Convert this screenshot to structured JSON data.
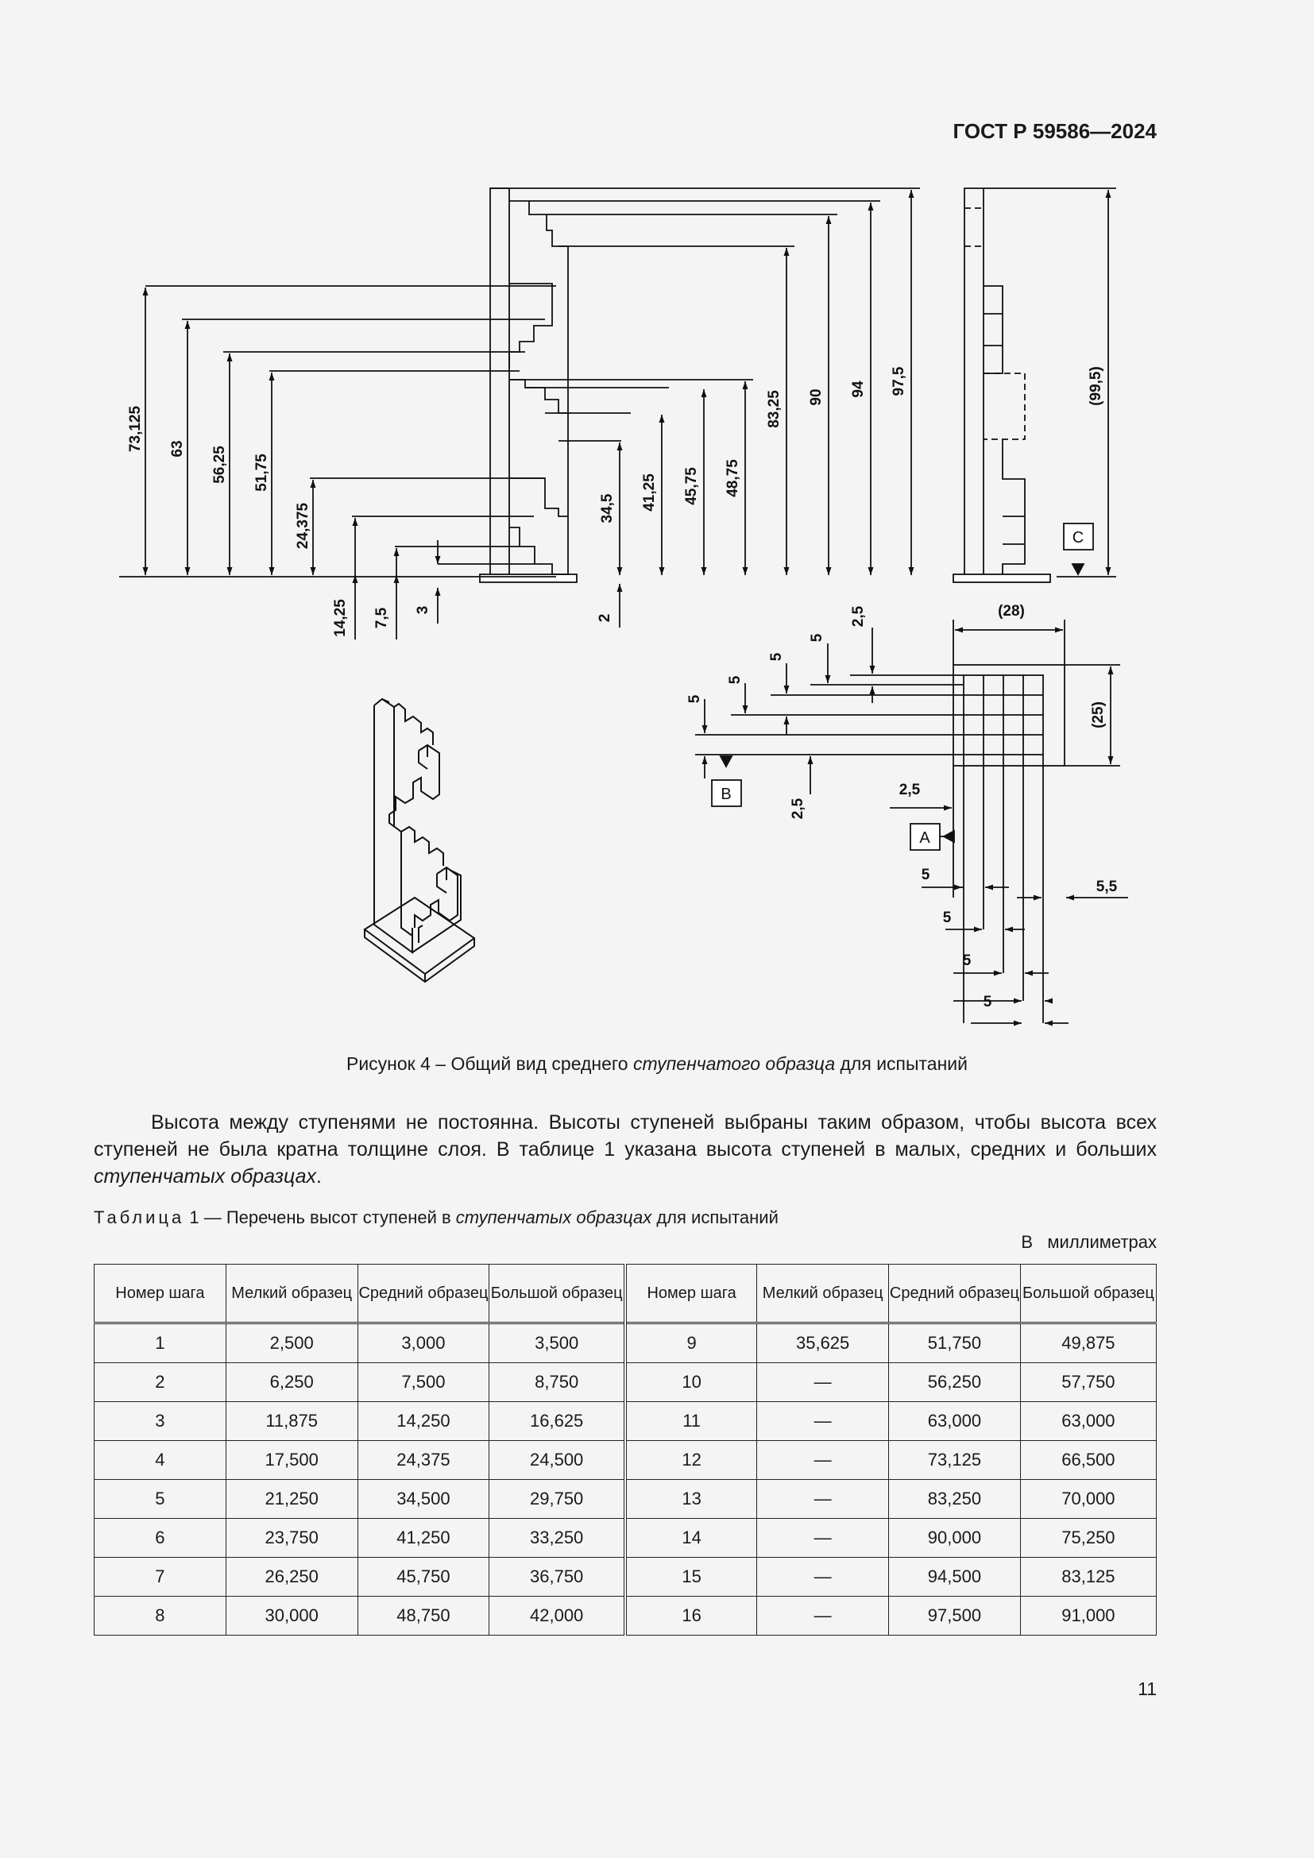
{
  "header": {
    "standard": "ГОСТ Р 59586—2024"
  },
  "figure": {
    "caption_prefix": "Рисунок 4 – Общий вид среднего ",
    "caption_italic": "ступенчатого образца",
    "caption_suffix": " для испытаний",
    "front_view": {
      "left_dims": [
        "73,125",
        "63",
        "56,25",
        "51,75",
        "24,375",
        "14,25",
        "7,5",
        "3"
      ],
      "right_dims": [
        "2",
        "34,5",
        "41,25",
        "45,75",
        "48,75",
        "83,25",
        "90",
        "94",
        "97,5"
      ]
    },
    "side_view": {
      "height_dim": "(99,5)",
      "datum_c": "C"
    },
    "top_view": {
      "width_dim": "(28)",
      "depth_dim": "(25)",
      "datum_a": "A",
      "datum_b": "B",
      "dims_left_vertical": [
        "5",
        "5",
        "5",
        "5",
        "2,5",
        "2,5"
      ],
      "dim_2_5_h": "2,5",
      "dim_5_5": "5,5",
      "dims_bottom": [
        "5",
        "5",
        "5",
        "5"
      ]
    }
  },
  "paragraph": {
    "text1": "Высота между ступенями не постоянна. Высоты ступеней выбраны таким образом, чтобы высота всех ступеней не была кратна толщине слоя. В таблице 1 указана высота ступеней в малых, средних и больших ",
    "italic": "ступенчатых образцах",
    "text2": "."
  },
  "table": {
    "title_spaced": "Таблица",
    "title_number": " 1 — Перечень высот ступеней в ",
    "title_italic": "ступенчатых образцах",
    "title_suffix": " для испытаний",
    "units": "В   миллиметрах",
    "headers": [
      "Номер шага",
      "Мелкий образец",
      "Средний образец",
      "Большой образец",
      "Номер шага",
      "Мелкий образец",
      "Средний образец",
      "Большой образец"
    ],
    "rows": [
      [
        "1",
        "2,500",
        "3,000",
        "3,500",
        "9",
        "35,625",
        "51,750",
        "49,875"
      ],
      [
        "2",
        "6,250",
        "7,500",
        "8,750",
        "10",
        "—",
        "56,250",
        "57,750"
      ],
      [
        "3",
        "11,875",
        "14,250",
        "16,625",
        "11",
        "—",
        "63,000",
        "63,000"
      ],
      [
        "4",
        "17,500",
        "24,375",
        "24,500",
        "12",
        "—",
        "73,125",
        "66,500"
      ],
      [
        "5",
        "21,250",
        "34,500",
        "29,750",
        "13",
        "—",
        "83,250",
        "70,000"
      ],
      [
        "6",
        "23,750",
        "41,250",
        "33,250",
        "14",
        "—",
        "90,000",
        "75,250"
      ],
      [
        "7",
        "26,250",
        "45,750",
        "36,750",
        "15",
        "—",
        "94,500",
        "83,125"
      ],
      [
        "8",
        "30,000",
        "48,750",
        "42,000",
        "16",
        "—",
        "97,500",
        "91,000"
      ]
    ]
  },
  "page_number": "11"
}
